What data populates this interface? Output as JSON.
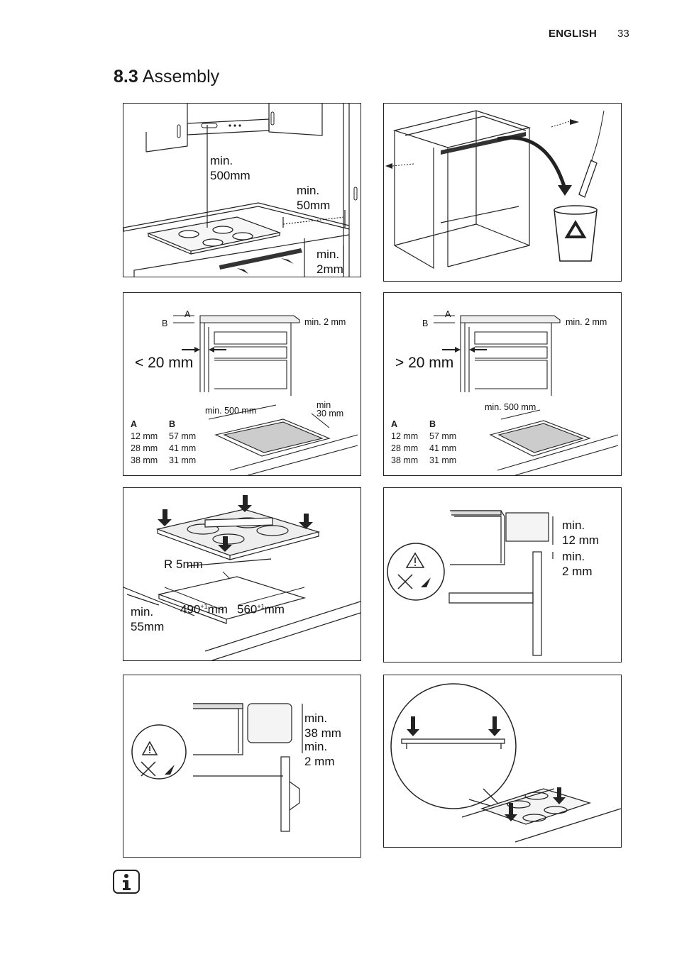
{
  "header": {
    "language": "ENGLISH",
    "page_number": "33"
  },
  "section": {
    "number": "8.3",
    "title": "Assembly"
  },
  "panel1": {
    "label_500": "min.\n500mm",
    "label_50": "min.\n50mm",
    "label_2": "min.\n2mm"
  },
  "panel3": {
    "label_a": "A",
    "label_b": "B",
    "label_min2": "min. 2 mm",
    "label_lt20": "< 20 mm",
    "label_min500": "min. 500 mm",
    "label_min30": "min\n30 mm",
    "table": {
      "head_a": "A",
      "head_b": "B",
      "rows": [
        {
          "a": "12 mm",
          "b": "57 mm"
        },
        {
          "a": "28 mm",
          "b": "41 mm"
        },
        {
          "a": "38 mm",
          "b": "31 mm"
        }
      ]
    }
  },
  "panel4": {
    "label_a": "A",
    "label_b": "B",
    "label_min2": "min. 2 mm",
    "label_gt20": "> 20 mm",
    "label_min500": "min. 500 mm",
    "table": {
      "head_a": "A",
      "head_b": "B",
      "rows": [
        {
          "a": "12 mm",
          "b": "57 mm"
        },
        {
          "a": "28 mm",
          "b": "41 mm"
        },
        {
          "a": "38 mm",
          "b": "31 mm"
        }
      ]
    }
  },
  "panel5": {
    "label_r5": "R 5mm",
    "label_490": "490",
    "label_560": "560",
    "sup": "+1",
    "unit": "mm",
    "label_55": "min.\n55mm"
  },
  "panel6": {
    "label_12": "min.\n12 mm",
    "label_2": "min.\n2 mm"
  },
  "panel7": {
    "label_38": "min.\n38 mm",
    "label_2": "min.\n2 mm"
  },
  "icons": {
    "recycle": "recycle-bin-icon",
    "warning": "warning-triangle-icon",
    "info": "info-icon"
  }
}
